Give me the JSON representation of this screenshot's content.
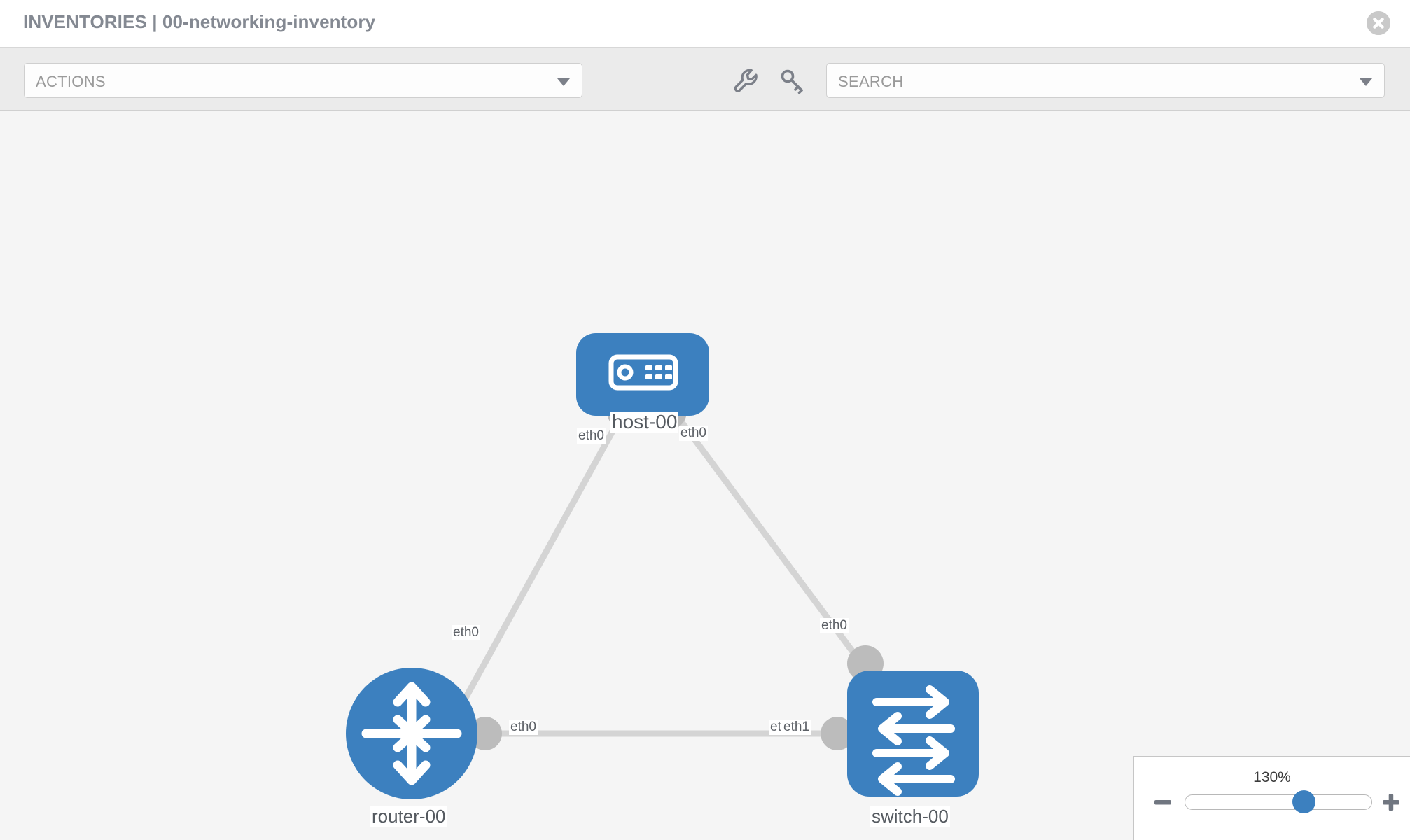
{
  "header": {
    "title": "INVENTORIES | 00-networking-inventory",
    "close_icon": "close-circle-icon"
  },
  "toolbar": {
    "actions_label": "ACTIONS",
    "actions_caret_icon": "chevron-down-icon",
    "wrench_icon": "wrench-icon",
    "key_icon": "key-icon",
    "search_placeholder": "SEARCH",
    "search_caret_icon": "chevron-down-icon"
  },
  "topology": {
    "nodes": [
      {
        "id": "host-00",
        "label": "host-00",
        "type": "host-icon",
        "shape": "rounded-rect"
      },
      {
        "id": "router-00",
        "label": "router-00",
        "type": "router-icon",
        "shape": "circle"
      },
      {
        "id": "switch-00",
        "label": "switch-00",
        "type": "switch-icon",
        "shape": "rounded-rect"
      }
    ],
    "edges": [
      {
        "from": "host-00",
        "to": "router-00",
        "from_label": "eth0",
        "to_label": "eth0"
      },
      {
        "from": "host-00",
        "to": "switch-00",
        "from_label": "eth0",
        "to_label": "eth0"
      },
      {
        "from": "router-00",
        "to": "switch-00",
        "from_label": "eth0",
        "to_label_a": "eth",
        "to_label_b": "eth1"
      }
    ],
    "edge_labels": {
      "host_left": "eth0",
      "host_right": "eth0",
      "router_diag": "eth0",
      "switch_diag": "eth0",
      "router_horiz": "eth0",
      "switch_horiz_a": "eth",
      "switch_horiz_b": "eth1"
    }
  },
  "zoom_control": {
    "percent": "130%",
    "minus_icon": "minus-icon",
    "plus_icon": "plus-icon",
    "handle_position_pct": 65
  },
  "colors": {
    "node_blue": "#3c80bf",
    "canvas_bg": "#f5f5f5",
    "toolbar_bg": "#ebebeb",
    "edge_gray": "#d4d4d4",
    "port_gray": "#bcbcbc",
    "title_gray": "#848992"
  }
}
